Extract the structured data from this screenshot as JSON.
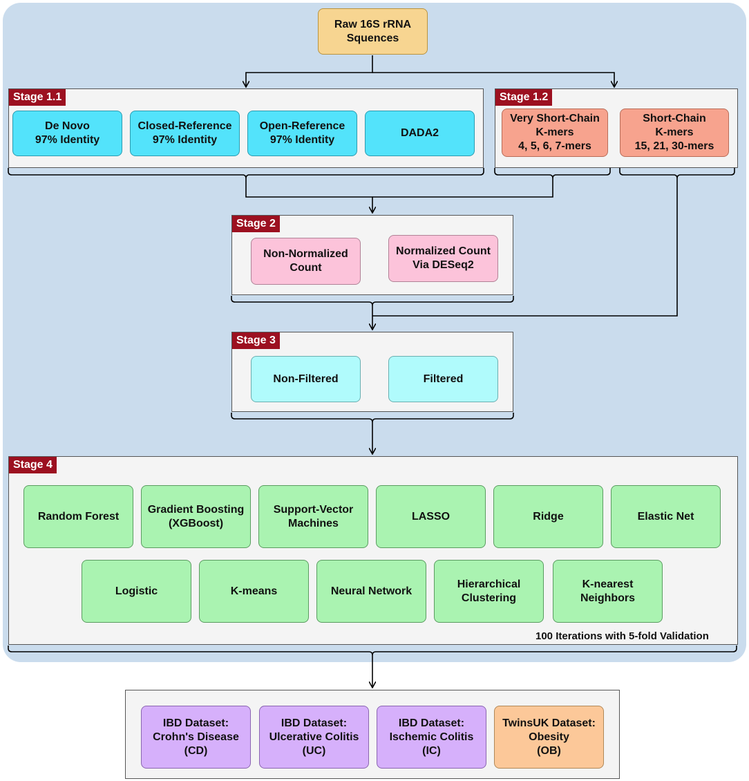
{
  "raw": {
    "label": "Raw 16S rRNA\nSquences"
  },
  "stage11": {
    "tag": "Stage 1.1",
    "items": [
      "De Novo\n97% Identity",
      "Closed-Reference\n97% Identity",
      "Open-Reference\n97% Identity",
      "DADA2"
    ]
  },
  "stage12": {
    "tag": "Stage 1.2",
    "items": [
      "Very Short-Chain\nK-mers\n4, 5, 6, 7-mers",
      "Short-Chain\nK-mers\n15, 21, 30-mers"
    ]
  },
  "stage2": {
    "tag": "Stage 2",
    "items": [
      "Non-Normalized\nCount",
      "Normalized Count\nVia DESeq2"
    ]
  },
  "stage3": {
    "tag": "Stage 3",
    "items": [
      "Non-Filtered",
      "Filtered"
    ]
  },
  "stage4": {
    "tag": "Stage 4",
    "row1": [
      "Random Forest",
      "Gradient Boosting\n(XGBoost)",
      "Support-Vector\nMachines",
      "LASSO",
      "Ridge",
      "Elastic Net"
    ],
    "row2": [
      "Logistic",
      "K-means",
      "Neural Network",
      "Hierarchical\nClustering",
      "K-nearest\nNeighbors"
    ],
    "note": "100 Iterations with 5-fold Validation"
  },
  "datasets": {
    "items": [
      "IBD Dataset:\nCrohn's Disease\n(CD)",
      "IBD Dataset:\nUlcerative Colitis\n(UC)",
      "IBD Dataset:\nIschemic Colitis\n(IC)",
      "TwinsUK Dataset:\nObesity\n(OB)"
    ]
  },
  "colors": {
    "background_region": "#cadced",
    "stage_tag": "#9c1020",
    "raw": "#f7d591",
    "stage11": "#53e3fb",
    "stage12": "#f7a38e",
    "stage2": "#fcc3da",
    "stage3": "#b0fbfc",
    "stage4": "#aaf3b1",
    "ibd": "#d6b0fb",
    "twinsuk": "#fcc899"
  }
}
